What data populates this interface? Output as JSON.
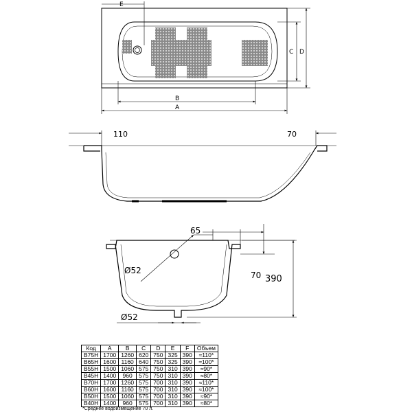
{
  "top_view": {
    "label_e": "E",
    "label_b": "B",
    "label_a": "A",
    "label_c": "C",
    "label_d": "D"
  },
  "side_view": {
    "label_left": "110",
    "label_right": "70"
  },
  "section_view": {
    "label_65": "65",
    "label_d52_top": "Ø52",
    "label_70": "70",
    "label_390": "390",
    "label_d52_bottom": "Ø52"
  },
  "table": {
    "headers": [
      "Код",
      "A",
      "B",
      "C",
      "D",
      "E",
      "F",
      "Объем"
    ],
    "rows": [
      [
        "B75H",
        "1700",
        "1260",
        "620",
        "750",
        "325",
        "390",
        "≈110*"
      ],
      [
        "B65H",
        "1600",
        "1160",
        "640",
        "750",
        "325",
        "390",
        "≈100*"
      ],
      [
        "B55H",
        "1500",
        "1060",
        "575",
        "750",
        "310",
        "390",
        "≈90*"
      ],
      [
        "B45H",
        "1400",
        "960",
        "575",
        "750",
        "310",
        "390",
        "≈80*"
      ],
      [
        "B70H",
        "1700",
        "1260",
        "575",
        "700",
        "310",
        "390",
        "≈110*"
      ],
      [
        "B60H",
        "1600",
        "1160",
        "575",
        "700",
        "310",
        "390",
        "≈100*"
      ],
      [
        "B50H",
        "1500",
        "1060",
        "575",
        "700",
        "310",
        "390",
        "≈90*"
      ],
      [
        "B40H",
        "1400",
        "960",
        "575",
        "700",
        "310",
        "390",
        "≈80*"
      ]
    ]
  },
  "footnote": "*Среднее водоизмещение 70 л."
}
